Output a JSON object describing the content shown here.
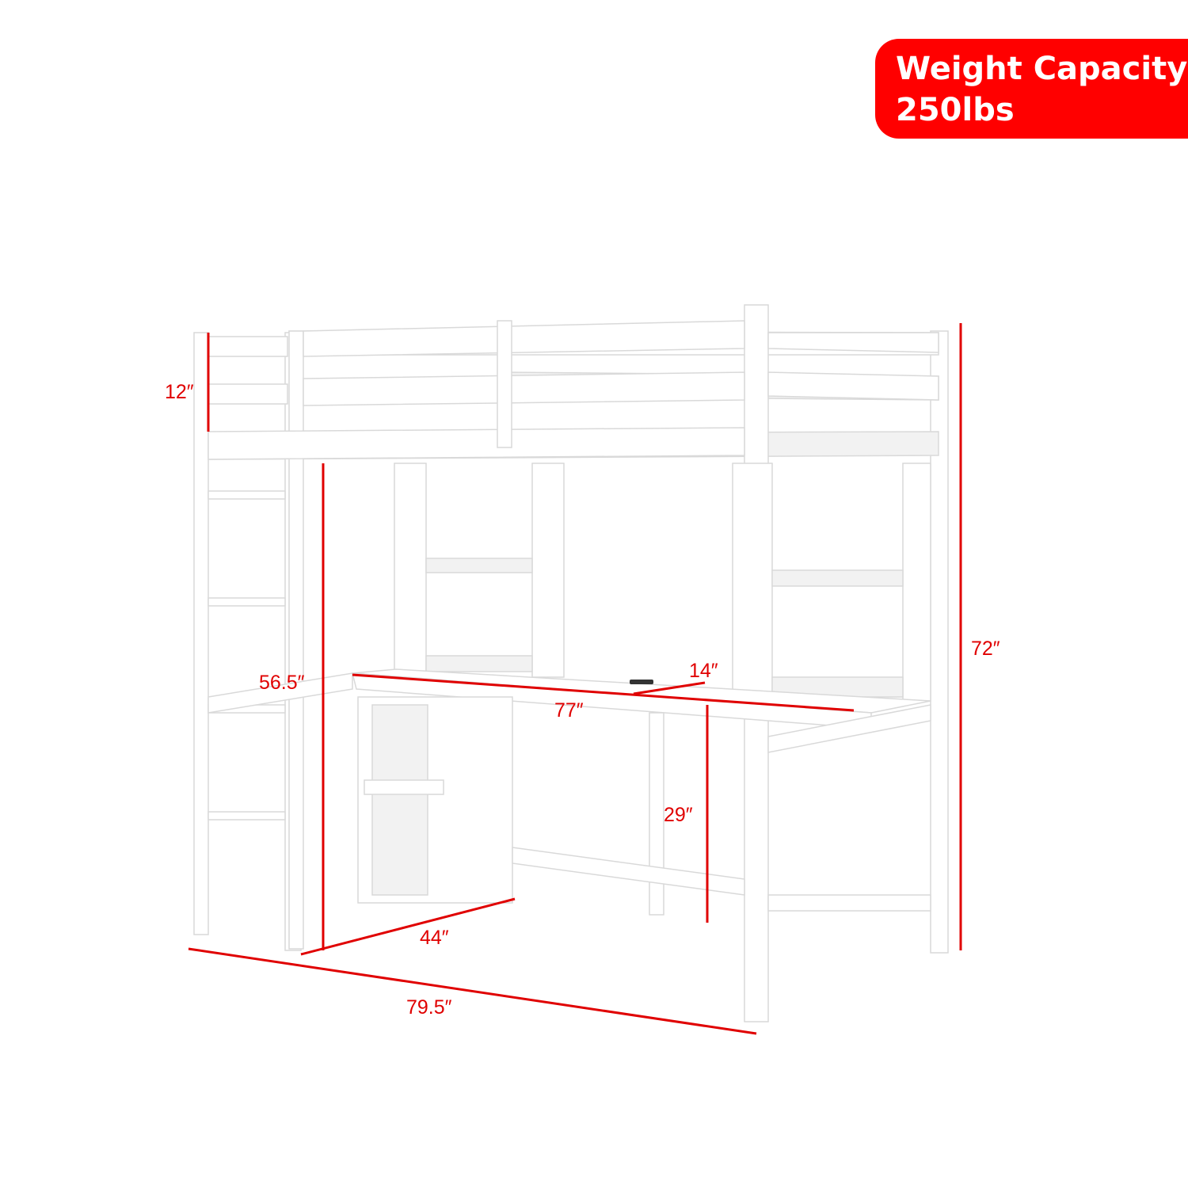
{
  "badge": {
    "line1": "Weight Capacity",
    "line2": "250lbs",
    "color": "#ff0000"
  },
  "dimensions": {
    "rail_height": "12″",
    "under_bed_clearance": "56.5″",
    "desk_length": "77″",
    "desk_depth": "14″",
    "desk_height": "29″",
    "width": "44″",
    "length": "79.5″",
    "total_height": "72″"
  },
  "colors": {
    "dimension_lines": "#e00000",
    "furniture": "#ffffff"
  }
}
